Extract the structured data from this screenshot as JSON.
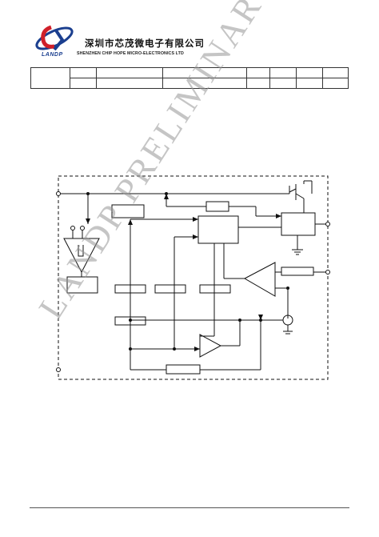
{
  "header": {
    "company_cn": "深圳市芯茂微电子有限公司",
    "company_en": "SHENZHEN CHIP HOPE MICRO-ELECTRONICS LTD",
    "brand": "LANDP"
  },
  "watermark": {
    "text": "LANDP PRELIMINARY"
  },
  "colors": {
    "logo_blue": "#1b3f8f",
    "logo_red": "#d0202a",
    "watermark": "#969696"
  }
}
